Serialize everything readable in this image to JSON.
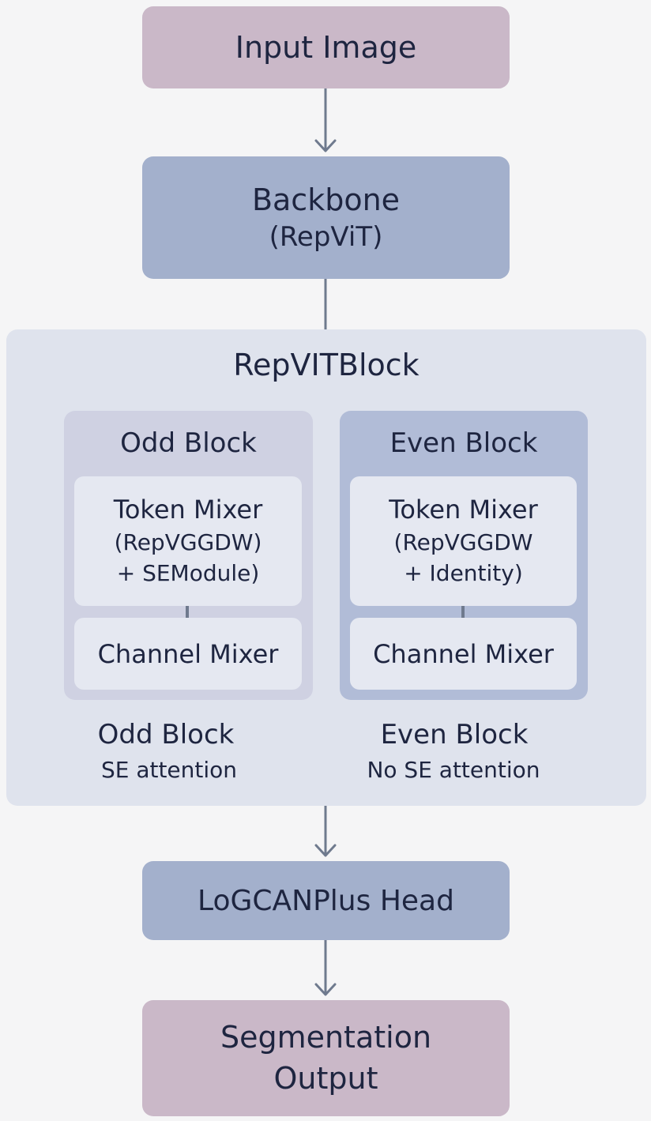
{
  "input": {
    "label": "Input Image"
  },
  "backbone": {
    "title": "Backbone",
    "subtitle": "(RepViT)"
  },
  "repvit_block": {
    "title": "RepVITBlock",
    "odd": {
      "panel_title": "Odd Block",
      "token_mixer_title": "Token Mixer",
      "token_mixer_line1": "(RepVGGDW)",
      "token_mixer_line2": "+ SEModule)",
      "channel_mixer": "Channel Mixer",
      "caption_title": "Odd Block",
      "caption_sub": "SE attention"
    },
    "even": {
      "panel_title": "Even Block",
      "token_mixer_title": "Token Mixer",
      "token_mixer_line1": "(RepVGGDW",
      "token_mixer_line2": "+ Identity)",
      "channel_mixer": "Channel Mixer",
      "caption_title": "Even Block",
      "caption_sub": "No SE attention"
    }
  },
  "head": {
    "label": "LoGCANPlus Head"
  },
  "output": {
    "line1": "Segmentation",
    "line2": "Output"
  },
  "colors": {
    "pink_box": "#cab8c8",
    "blue_box": "#a3b0cc",
    "container": "#dfe3ed",
    "odd_panel": "#cfd1e2",
    "even_panel": "#b1bcd7",
    "inner_box": "#e5e8f1",
    "arrow": "#6f7a8e",
    "text": "#1e2540"
  }
}
